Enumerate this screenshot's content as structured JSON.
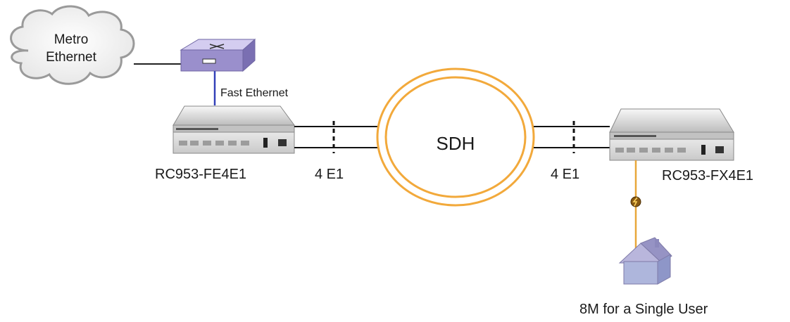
{
  "cloud": {
    "line1": "Metro",
    "line2": "Ethernet"
  },
  "links": {
    "fast_ethernet": "Fast Ethernet",
    "left_e1": "4 E1",
    "right_e1": "4 E1"
  },
  "ring": {
    "label": "SDH"
  },
  "devices": {
    "left": "RC953-FE4E1",
    "right": "RC953-FX4E1"
  },
  "user": {
    "label": "8M for a Single User"
  },
  "colors": {
    "ring": "#f2a93b",
    "drop_line": "#e8a73a",
    "switch": "#9a8fcc",
    "uplink": "#3340b8",
    "cloud_edge": "#9a9a9a"
  }
}
